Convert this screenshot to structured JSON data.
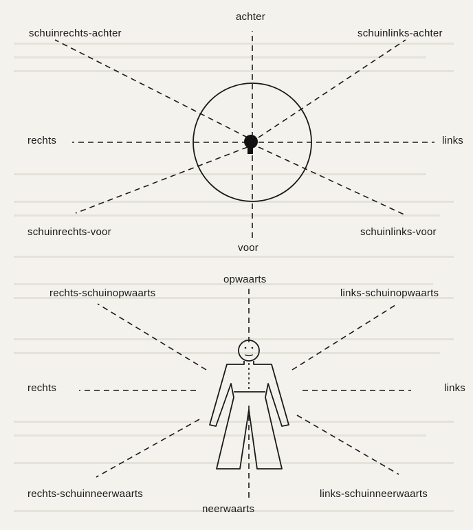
{
  "top_diagram": {
    "labels": {
      "achter": "achter",
      "schuinrechts_achter": "schuinrechts-achter",
      "schuinlinks_achter": "schuinlinks-achter",
      "rechts": "rechts",
      "links": "links",
      "schuinrechts_voor": "schuinrechts-voor",
      "schuinlinks_voor": "schuinlinks-voor",
      "voor": "voor"
    }
  },
  "bottom_diagram": {
    "labels": {
      "opwaarts": "opwaarts",
      "rechts_schuinopwaarts": "rechts-schuinopwaarts",
      "links_schuinopwaarts": "links-schuinopwaarts",
      "rechts": "rechts",
      "links": "links",
      "rechts_schuinneerwaarts": "rechts-schuinneerwaarts",
      "links_schuinneerwaarts": "links-schuinneerwaarts",
      "neerwaarts": "neerwaarts"
    }
  },
  "colors": {
    "ink": "#1a1a1a",
    "paper": "#f4f2ec"
  }
}
